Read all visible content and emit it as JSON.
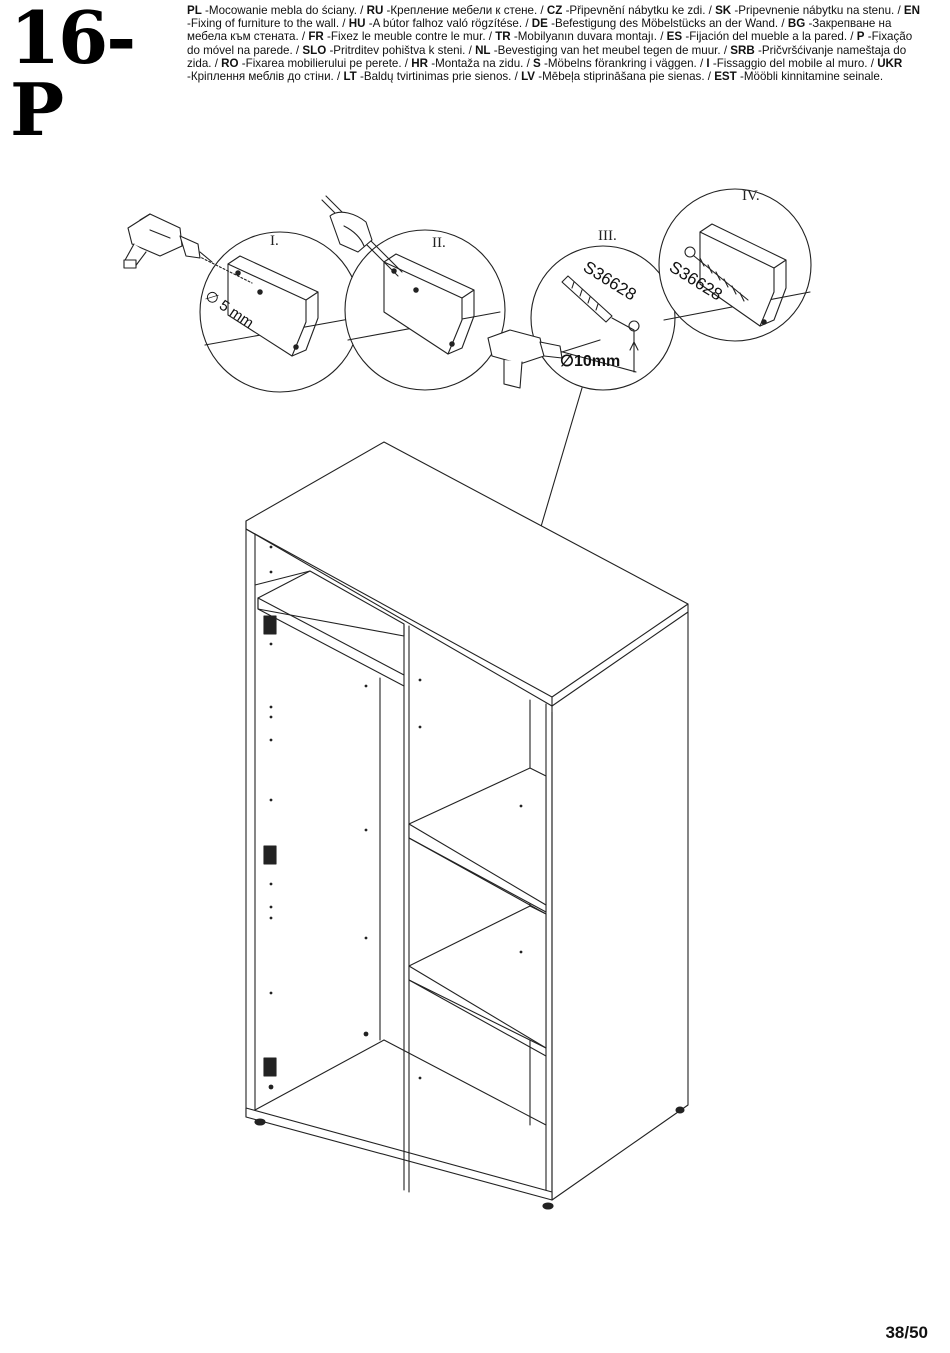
{
  "step": {
    "number": "16-P"
  },
  "instructions": [
    {
      "code": "PL",
      "text": "-Mocowanie mebla do ściany. /"
    },
    {
      "code": "RU",
      "text": "-Крепление мебели к стене. /"
    },
    {
      "code": "CZ",
      "text": "-Připevnění nábytku ke zdi. /"
    },
    {
      "code": "SK",
      "text": "-Pripevnenie nábytku na stenu. /"
    },
    {
      "code": "EN",
      "text": "-Fixing of furniture to the wall. /"
    },
    {
      "code": "HU",
      "text": "-A bútor falhoz való rögzítése. /"
    },
    {
      "code": "DE",
      "text": "-Befestigung des Möbelstücks an der Wand. /"
    },
    {
      "code": "BG",
      "text": "-Закрепване на мебела към стената. /"
    },
    {
      "code": "FR",
      "text": "-Fixez le meuble contre le mur. /"
    },
    {
      "code": "TR",
      "text": "-Mobilyanın duvara montajı. /"
    },
    {
      "code": "ES",
      "text": "-Fijación del mueble a la pared. /"
    },
    {
      "code": "P",
      "text": "-Fixação do móvel na parede. /"
    },
    {
      "code": "SLO",
      "text": "-Pritrditev pohištva k steni. /"
    },
    {
      "code": "NL",
      "text": "-Bevestiging van het meubel tegen de muur. /"
    },
    {
      "code": "SRB",
      "text": "-Pričvršćivanje nameštaja do zida. /"
    },
    {
      "code": "RO",
      "text": "-Fixarea mobilierului pe perete. /"
    },
    {
      "code": "HR",
      "text": "-Montaža na zidu. /"
    },
    {
      "code": "S",
      "text": "-Möbelns förankring i väggen. /"
    },
    {
      "code": "I",
      "text": "-Fissaggio del mobile al muro. /"
    },
    {
      "code": "UKR",
      "text": "-Кріплення меблів до стіни. /"
    },
    {
      "code": "LT",
      "text": "-Baldų tvirtinimas prie sienos. /"
    },
    {
      "code": "LV",
      "text": "-Mēbeļa stiprināšana pie sienas. /"
    },
    {
      "code": "EST",
      "text": "-Mööbli kinnitamine seinale."
    }
  ],
  "steps": [
    {
      "roman": "I."
    },
    {
      "roman": "II."
    },
    {
      "roman": "III."
    },
    {
      "roman": "IV."
    }
  ],
  "labels": {
    "drill_size_small": "∅ 5 mm",
    "drill_size_large": "∅10mm",
    "part_code_1": "S36628",
    "part_code_2": "S36628"
  },
  "page": {
    "number": "38/50"
  },
  "colors": {
    "line": "#222222",
    "background": "#ffffff"
  }
}
